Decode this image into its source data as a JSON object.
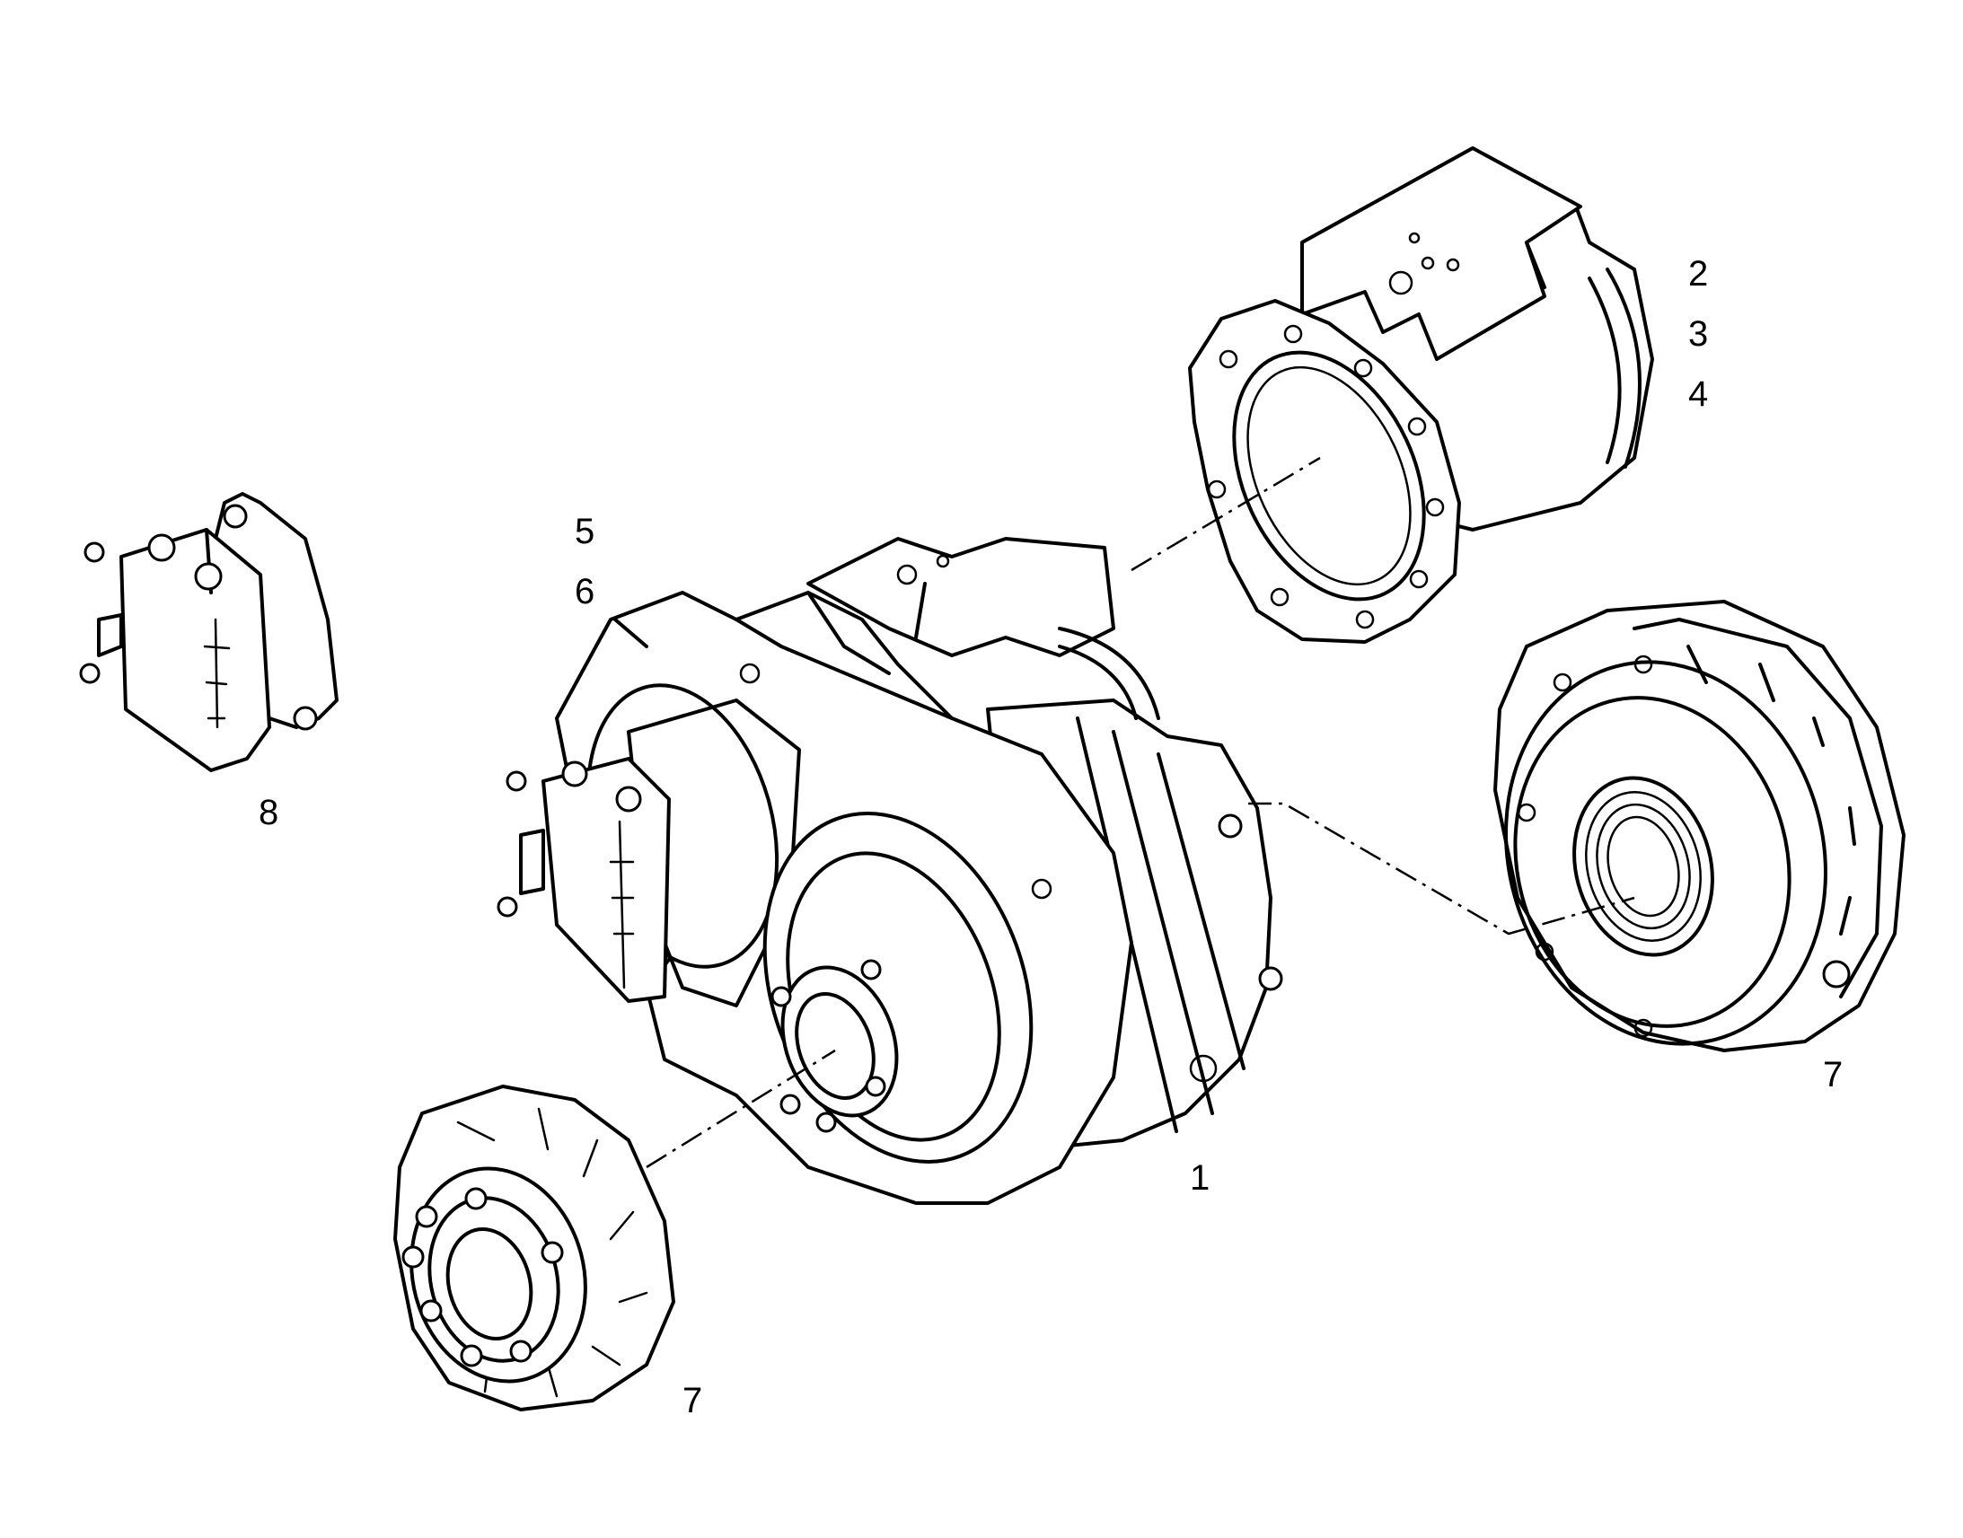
{
  "callouts": {
    "c1": "1",
    "c2": "2",
    "c3": "3",
    "c4": "4",
    "c5": "5",
    "c6": "6",
    "c7_right": "7",
    "c7_bottom": "7",
    "c8": "8"
  },
  "colors": {
    "line": "#000000",
    "background": "#ffffff"
  }
}
